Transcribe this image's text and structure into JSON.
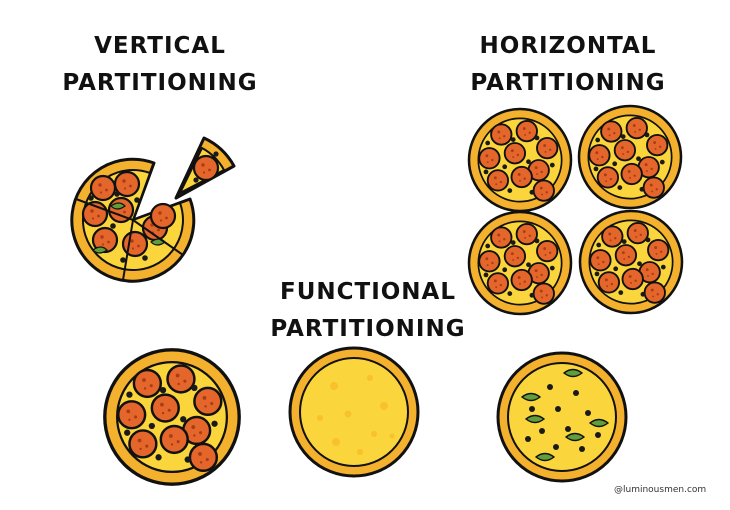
{
  "sections": {
    "vertical": {
      "line1": "VERTICAL",
      "line2": "PARTITIONING"
    },
    "horizontal": {
      "line1": "HORIZONTAL",
      "line2": "PARTITIONING"
    },
    "functional": {
      "line1": "FUNCTIONAL",
      "line2": "PARTITIONING"
    }
  },
  "watermark": "@luminousmen.com",
  "colors": {
    "outline": "#111111",
    "crust": "#f3b12d",
    "cheese": "#fbd53c",
    "cheese_spot": "#f7c22b",
    "pepperoni": "#e4662a",
    "pepperoni_spot": "#a83e17",
    "olive": "#1a1a1a",
    "basil": "#5f9e3a"
  },
  "icons": [
    "pizza-whole",
    "pizza-sliced",
    "pizza-slice",
    "pepperoni-topping",
    "cheese-topping",
    "olive-basil-topping"
  ]
}
